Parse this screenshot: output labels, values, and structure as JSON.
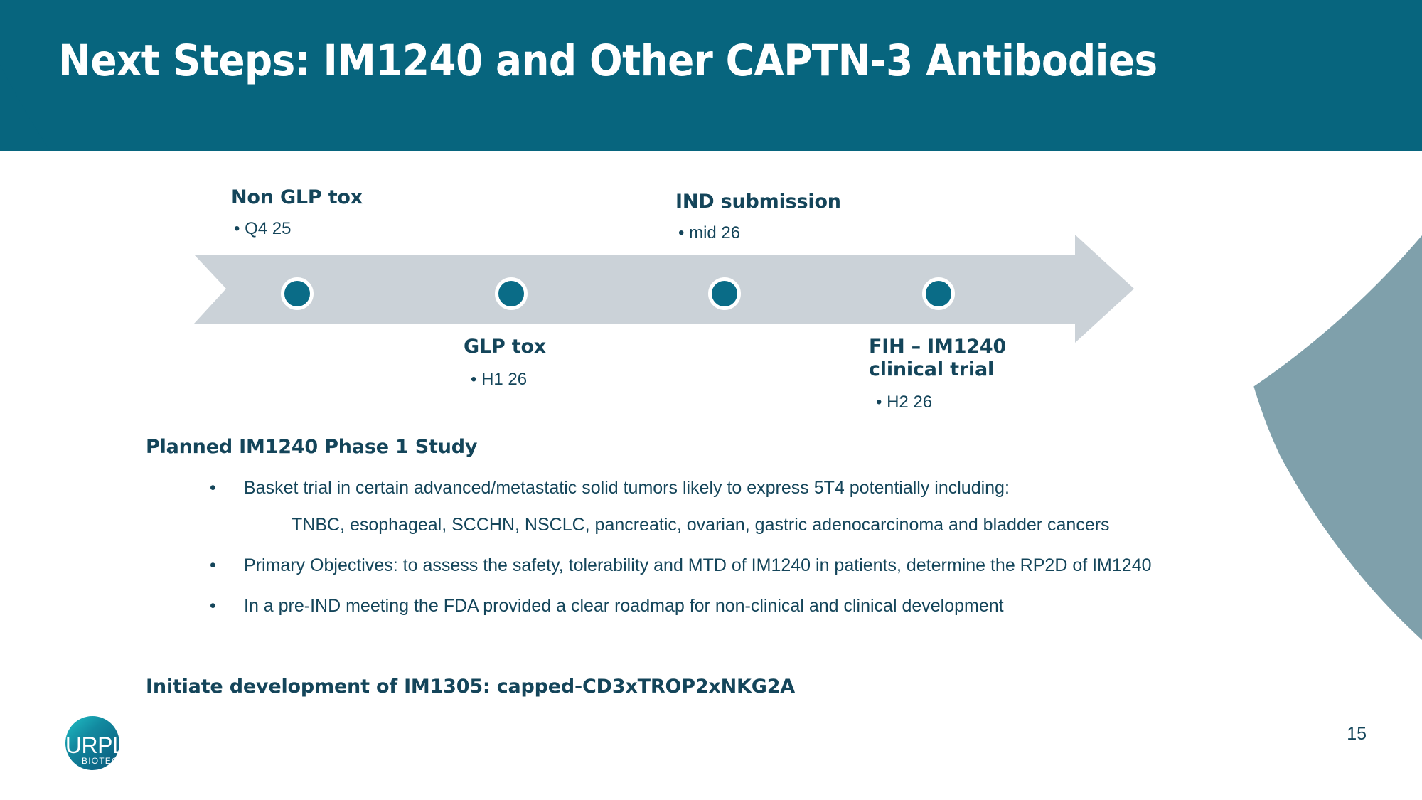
{
  "slide": {
    "page_number": "15",
    "title": "Next Steps: IM1240 and Other CAPTN-3 Antibodies"
  },
  "colors": {
    "header_teal": "#07657E",
    "header_teal_alt": "#0A6C87",
    "header_arc_dark": "#0A5C72",
    "body_arc_gray": "#7FA0AB",
    "arrow_gray": "#CBD2D8",
    "node_teal": "#0A6C87",
    "text_dark_teal": "#14455A",
    "white": "#FFFFFF"
  },
  "timeline": {
    "milestones": [
      {
        "id": "non-glp-tox",
        "title": "Non GLP tox",
        "sub": "• Q4 25",
        "position": "above"
      },
      {
        "id": "glp-tox",
        "title": "GLP tox",
        "sub": "• H1 26",
        "position": "below"
      },
      {
        "id": "ind-submission",
        "title": "IND submission",
        "sub": "• mid 26",
        "position": "above"
      },
      {
        "id": "fih-im1240",
        "title": "FIH – IM1240\nclinical trial",
        "title_line1": "FIH – IM1240",
        "title_line2": "clinical trial",
        "sub": "• H2 26",
        "position": "below"
      }
    ]
  },
  "body": {
    "section_heading": "Planned IM1240 Phase 1 Study",
    "bullets": [
      {
        "marker": "•",
        "text": "Basket trial in certain advanced/metastatic solid tumors likely to express 5T4 potentially including:"
      },
      {
        "marker": "•",
        "text": "Primary Objectives: to assess the safety, tolerability and MTD of IM1240 in patients, determine the RP2D of IM1240"
      },
      {
        "marker": "•",
        "text": "In a pre-IND meeting the FDA provided a clear roadmap for non-clinical and clinical development"
      }
    ],
    "sub_line": "TNBC, esophageal, SCCHN, NSCLC, pancreatic, ovarian, gastric adenocarcinoma and bladder cancers",
    "closing_heading": "Initiate development of IM1305: capped-CD3xTROP2xNKG2A"
  },
  "logo": {
    "wordmark": "PURPLE",
    "tagline": "BIOTECH"
  }
}
